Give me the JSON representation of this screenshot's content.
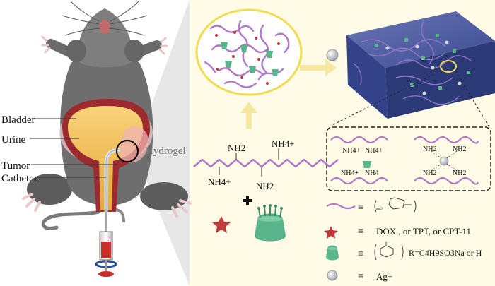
{
  "left_labels": {
    "bladder": "Bladder",
    "urine": "Urine",
    "tumor": "Tumor",
    "catheter": "Catheter",
    "hydrogel": "Hydrogel"
  },
  "polymer": {
    "nh2_a": "NH2",
    "nh4_a": "NH4+",
    "nh4_b": "NH4+",
    "nh2_b": "NH2"
  },
  "inset": {
    "left_top_a": "NH4+",
    "left_top_b": "NH4+",
    "left_bot_a": "NH4+",
    "left_bot_b": "NH4",
    "right_tl": "NH2",
    "right_tr": "NH2",
    "right_bl": "NH2",
    "right_br": "NH2"
  },
  "legend": {
    "equiv": "≡",
    "drugs": "DOX , or TPT, or CPT-11",
    "r_group": "R=C4H9SO3Na or H",
    "ag": "Ag+",
    "chitosan_glyph": "chitosan-repeat-unit",
    "cd_glyph": "cyclodextrin-ring"
  },
  "colors": {
    "panel_bg": "#fffbe6",
    "purple": "#b078c8",
    "yellow_arrow": "#f5e6a0",
    "ellipse_stroke": "#f0dc50",
    "cube_top": "#4a5aa0",
    "cube_side": "#2c3a78",
    "drug_red": "#c03a3a",
    "cd_green": "#5ab48c",
    "bladder_wall": "#9c2a2e",
    "urine": "#f2b94a"
  }
}
